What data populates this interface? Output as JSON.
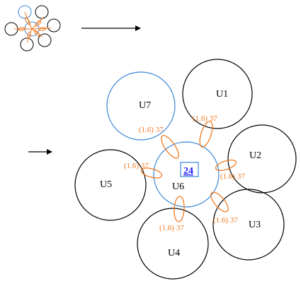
{
  "colors": {
    "black": "#000000",
    "blue": "#3a86d8",
    "orange": "#f07a20",
    "badge_text": "#1a1aff"
  },
  "nodes": {
    "u1": "U1",
    "u2": "U2",
    "u3": "U3",
    "u4": "U4",
    "u5": "U5",
    "u6": "U6",
    "u7": "U7"
  },
  "center_badge": "24",
  "relations": {
    "u6_u1": "(1.6) 37",
    "u6_u7": "(1.6) 37",
    "u6_u5": "(1.6) 37",
    "u6_u2": "(1.6) 37",
    "u6_u3": "(1.6) 37",
    "u6_u4": "(1.6) 37"
  }
}
